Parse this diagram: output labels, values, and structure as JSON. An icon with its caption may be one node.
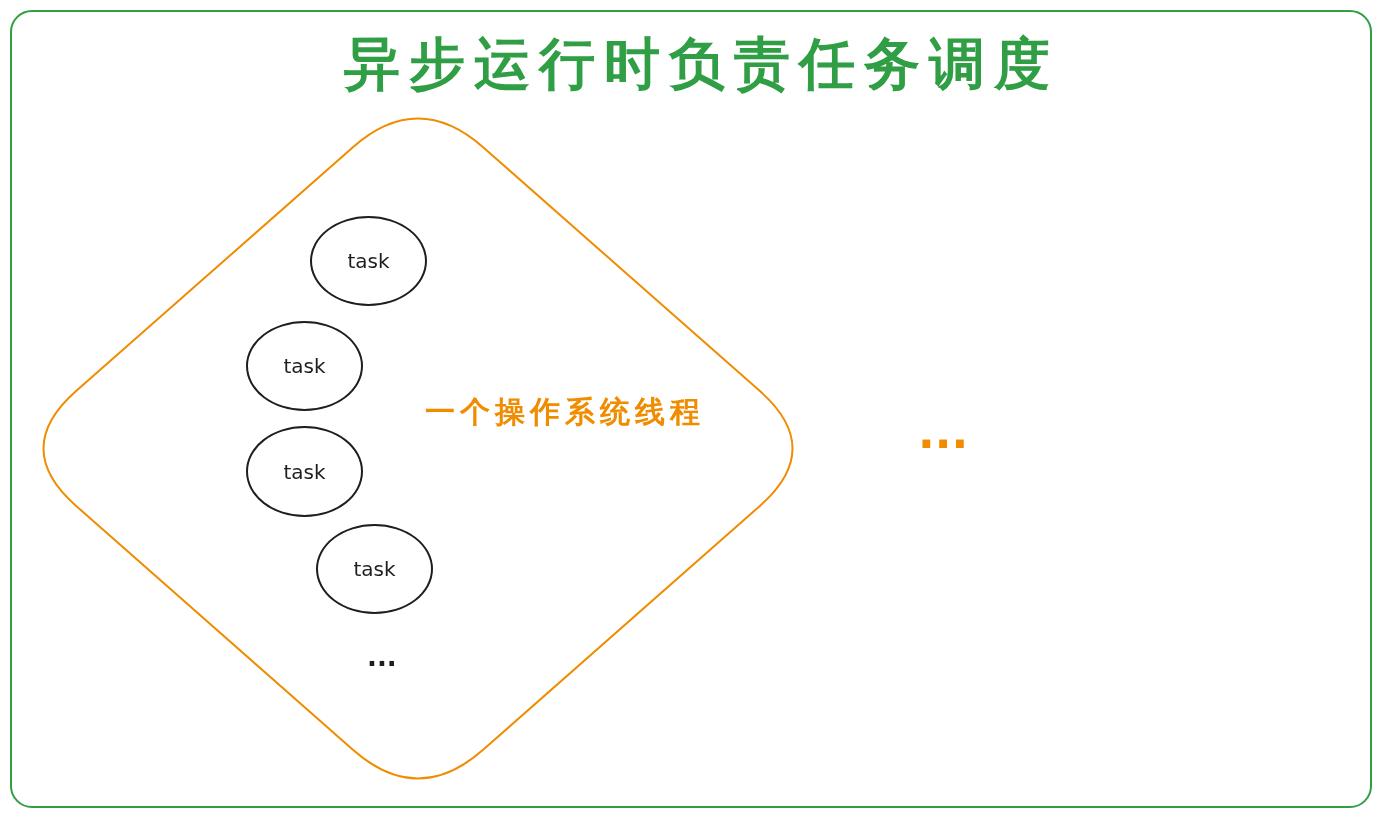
{
  "diagram": {
    "nodes": [
      {
        "text": [
          "异步运行时负责任务调度"
        ]
      },
      {
        "text": [
          "一个操作系统线程"
        ],
        "in": 0
      },
      {
        "text": [
          "task"
        ],
        "in": 1
      },
      {
        "text": [
          "task"
        ],
        "in": 1
      },
      {
        "text": [
          "task"
        ],
        "in": 1
      },
      {
        "text": [
          "task"
        ],
        "in": 1
      }
    ],
    "labels": [
      "...",
      "..."
    ]
  }
}
